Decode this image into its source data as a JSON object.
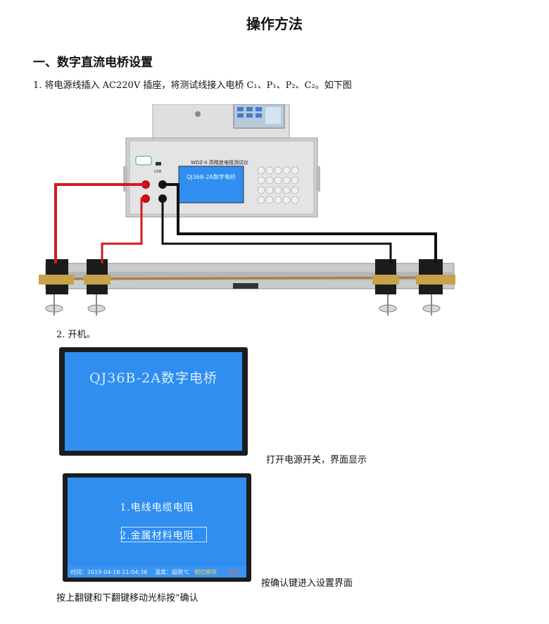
{
  "title": "操作方法",
  "heading": "一、数字直流电桥设置",
  "step1": "1. 将电源线插入 AC220V 插座，将测试线接入电桥 C₁、P₁、P₂、C₂。如下图",
  "device": {
    "model_label": "WDZ-II 高精度电阻测试仪",
    "usb_label": "USB",
    "screen_text": "QJ36B-2A数字电桥"
  },
  "step2": "2. 开机。",
  "screen1": {
    "title": "QJ36B-2A数字电桥"
  },
  "caption1": "打开电源开关，界面显示",
  "screen2": {
    "items": [
      "1.电线电缆电阻",
      "2.金属材料电阻"
    ],
    "selected_index": 1,
    "status_time": "时间：2019-04-18-11:04:36",
    "status_temp": "温度：超限℃",
    "status_op": "相位移除",
    "status_stop": "停止"
  },
  "caption2": "按确认键进入设置界面",
  "caption3": "按上翻键和下翻键移动光标按“确认",
  "colors": {
    "screen_blue": "#2f8ef0",
    "wire_red": "#d11a1a",
    "wire_black": "#111111"
  }
}
